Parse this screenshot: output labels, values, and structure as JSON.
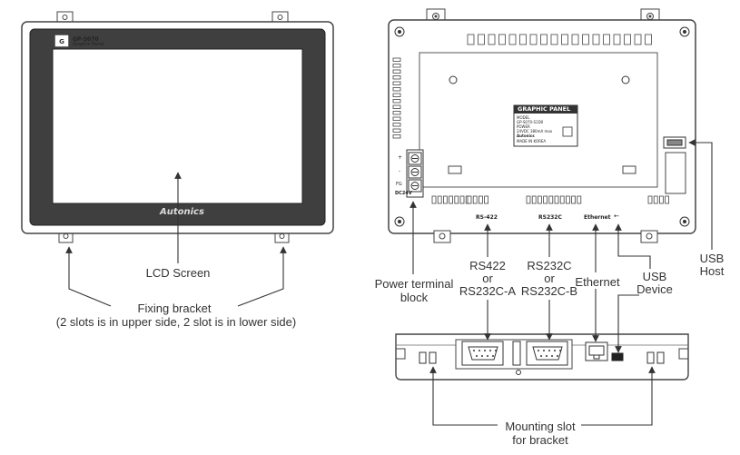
{
  "front_panel": {
    "model_text": "GP-S070",
    "model_subtext": "Graphic Panel",
    "brand": "Autonics"
  },
  "rear_panel": {
    "sticker_title": "GRAPHIC PANEL",
    "sticker_lines": [
      "MODEL",
      "GP-S070-S1D0",
      "POWER",
      "24VDC 380mA max",
      "Autonics",
      "MADE IN KOREA"
    ],
    "port_silk": [
      "RS-422",
      "RS232C",
      "Ethernet",
      "←"
    ],
    "power_silk": [
      "+",
      "-",
      "FG",
      "DC24V"
    ]
  },
  "labels": {
    "lcd_screen": "LCD Screen",
    "fixing_bracket_title": "Fixing bracket",
    "fixing_bracket_note": "(2 slots is in upper side, 2 slot is in lower side)",
    "power_terminal": [
      "Power terminal",
      "block"
    ],
    "rs422": [
      "RS422",
      "or",
      "RS232C-A"
    ],
    "rs232": [
      "RS232C",
      "or",
      "RS232C-B"
    ],
    "ethernet": "Ethernet",
    "usb_device": [
      "USB",
      "Device"
    ],
    "usb_host": [
      "USB",
      "Host"
    ],
    "mounting_slot": [
      "Mounting slot",
      "for bracket"
    ]
  }
}
